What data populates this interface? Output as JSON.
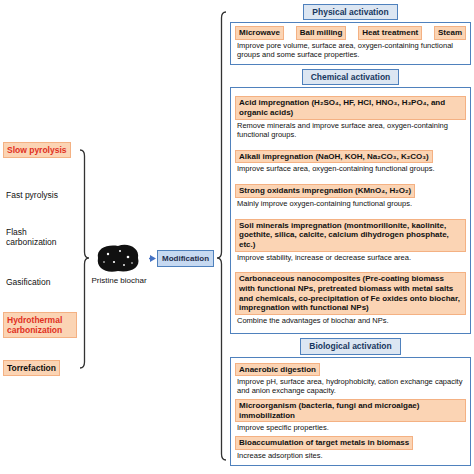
{
  "diagram": {
    "nodes": [
      {
        "text": [
          "Slow pyrolysis"
        ]
      },
      {
        "text": [
          "Hydrothermal carbonization"
        ]
      },
      {
        "text": [
          "Torrefaction"
        ]
      },
      {
        "text": [
          "Pristine biochar"
        ]
      },
      {
        "text": [
          "Modification"
        ]
      },
      {
        "text": [
          "Physical activation"
        ]
      },
      {
        "text": [
          "Improve pore volume, surface area, oxygen-containing functional groups and some surface properties."
        ]
      },
      {
        "text": [
          "Microwave"
        ],
        "in": 6
      },
      {
        "text": [
          "Ball milling"
        ],
        "in": 6
      },
      {
        "text": [
          "Heat treatment"
        ],
        "in": 6
      },
      {
        "text": [
          "Steam"
        ],
        "in": 6
      },
      {
        "text": [
          "Chemical activation"
        ]
      },
      {
        "text": [
          "Remove minerals and improve surface area, oxygen-containing functional groups.",
          "Improve surface area, oxygen-containing functional groups.",
          "Mainly improve oxygen-containing functional groups.",
          "Improve stability, increase or decrease surface area.",
          "Combine the advantages of biochar and NPs."
        ]
      },
      {
        "text": [
          "Acid impregnation (H₂SO₄, HF, HCl, HNO₃, H₃PO₄, and organic acids)"
        ],
        "in": 12
      },
      {
        "text": [
          "Alkali impregnation (NaOH, KOH, Na₂CO₃, K₂CO₃)"
        ],
        "in": 12
      },
      {
        "text": [
          "Strong oxidants impregnation (KMnO₄, H₂O₂)"
        ],
        "in": 12
      },
      {
        "text": [
          "Soil minerals impregnation (montmorillonite, kaolinite, goethite, silica, calcite, calcium dihydrogen phosphate, etc.)"
        ],
        "in": 12
      },
      {
        "text": [
          "Carbonaceous nanocomposites (Pre-coating biomass with functional NPs, pretreated biomass with metal salts and chemicals, co-precipitation of Fe oxides onto biochar, impregnation with functional NPs)"
        ],
        "in": 12
      },
      {
        "text": [
          "Biological activation"
        ]
      },
      {
        "text": [
          "Improve pH, surface area, hydrophobicity, cation exchange capacity and anion exchange capacity.",
          "Improve specific properties.",
          "Increase adsorption sites."
        ]
      },
      {
        "text": [
          "Anaerobic digestion"
        ],
        "in": 19
      },
      {
        "text": [
          "Microorganism (bacteria, fungi and microalgae) immobilization"
        ],
        "in": 19
      },
      {
        "text": [
          "Bioaccumulation of target metals in biomass"
        ],
        "in": 19
      }
    ],
    "edges": [
      {
        "from": 3,
        "to": 4,
        "arrow": "to"
      }
    ],
    "labels": [
      "Fast pyrolysis",
      "Flash carbonization",
      "Gasification"
    ]
  }
}
